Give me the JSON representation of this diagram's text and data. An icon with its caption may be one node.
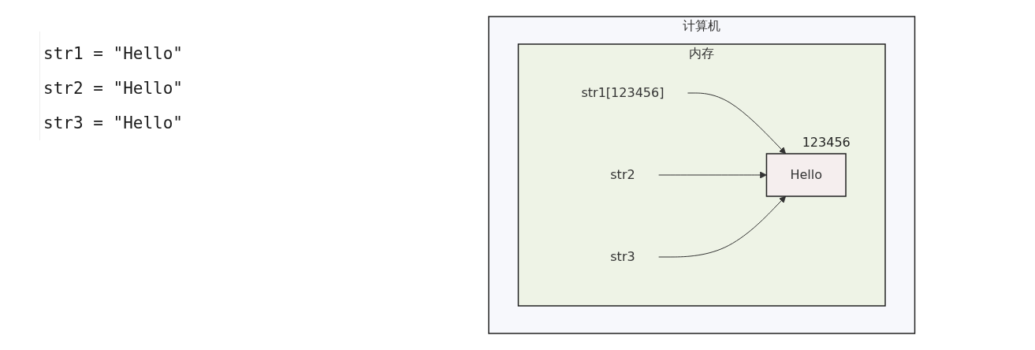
{
  "diagram": {
    "nodes": [
      {
        "text": [
          "计算机"
        ]
      },
      {
        "text": [
          "内存"
        ],
        "in": 0
      },
      {
        "text": [
          "Hello"
        ],
        "in": 1,
        "beside": [
          "123456"
        ]
      },
      {
        "text": [
          "str1[123456]"
        ],
        "in": 1
      },
      {
        "text": [
          "str2"
        ],
        "in": 1
      },
      {
        "text": [
          "str3"
        ],
        "in": 1
      }
    ],
    "edges": [
      {
        "from": 3,
        "to": 2,
        "arrow": "to"
      },
      {
        "from": 4,
        "to": 2,
        "arrow": "to"
      },
      {
        "from": 5,
        "to": 2,
        "arrow": "to"
      }
    ],
    "labels": [
      "str1 = \"Hello\"",
      "str2 = \"Hello\"",
      "str3 = \"Hello\""
    ]
  }
}
